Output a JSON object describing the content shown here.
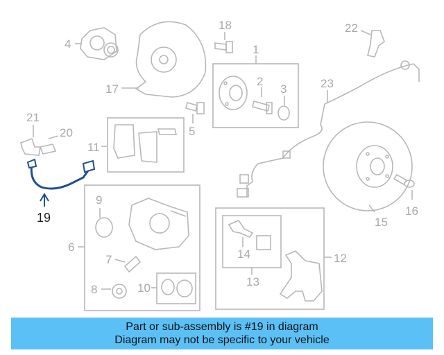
{
  "banner": {
    "line1": "Part or sub-assembly is #19 in diagram",
    "line2": "Diagram may not be specific to your vehicle",
    "color": "#5bc0f5"
  },
  "callouts": {
    "c1": "1",
    "c2": "2",
    "c3": "3",
    "c4": "4",
    "c5": "5",
    "c6": "6",
    "c7": "7",
    "c8": "8",
    "c9": "9",
    "c10": "10",
    "c11": "11",
    "c12": "12",
    "c13": "13",
    "c14": "14",
    "c15": "15",
    "c16": "16",
    "c17": "17",
    "c18": "18",
    "c20": "20",
    "c21": "21",
    "c22": "22",
    "c23": "23"
  },
  "highlighted_part": {
    "number": "19",
    "color": "#1e4f8f"
  }
}
